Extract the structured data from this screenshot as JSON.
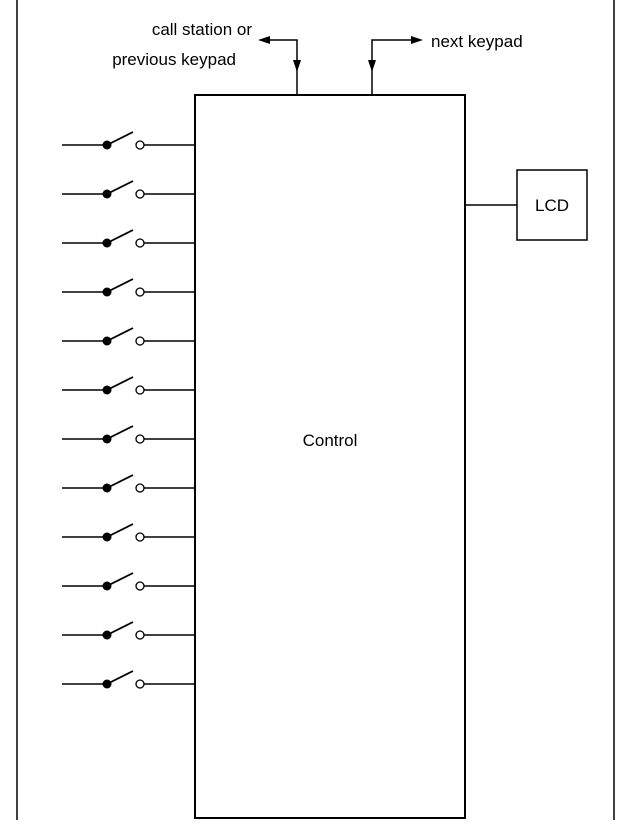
{
  "labels": {
    "input_line1": "call station or",
    "input_line2": "previous keypad",
    "output": "next keypad",
    "control": "Control",
    "lcd": "LCD"
  },
  "switches": {
    "count": 12
  },
  "colors": {
    "line": "#000000",
    "background": "#ffffff"
  }
}
